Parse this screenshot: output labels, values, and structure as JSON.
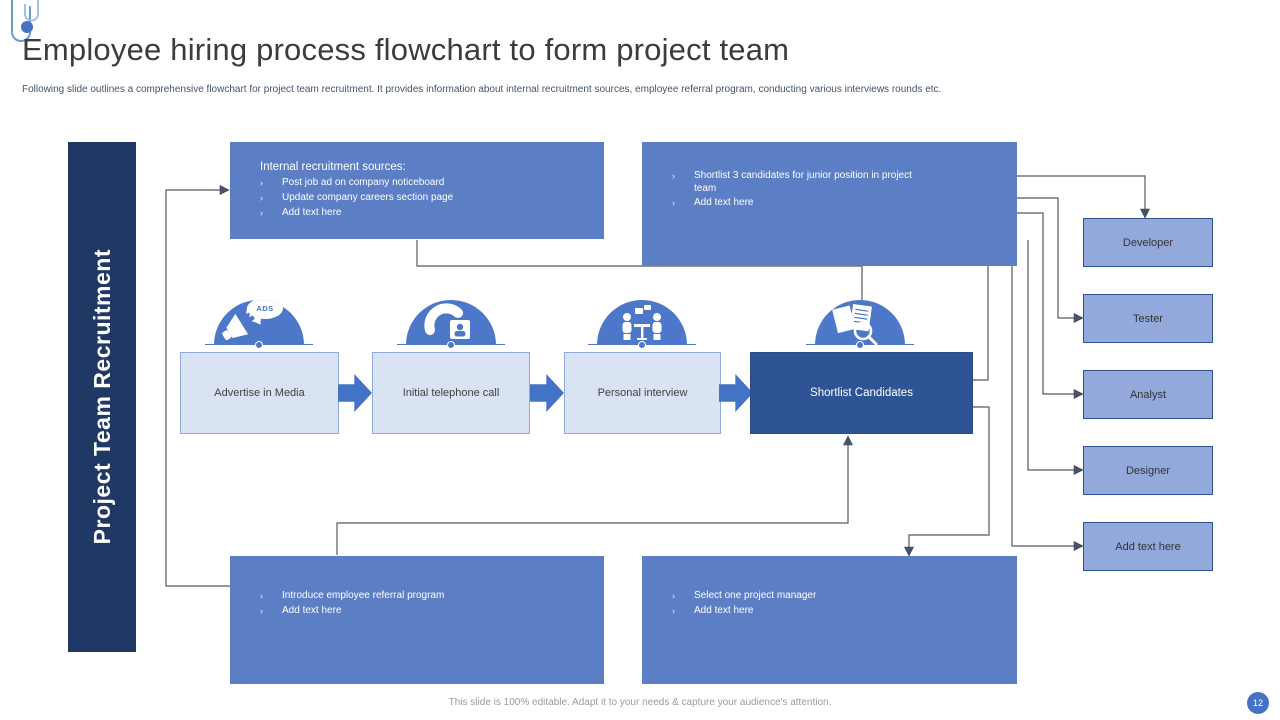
{
  "slide": {
    "title": "Employee hiring process flowchart to form project team",
    "subtitle": "Following slide outlines a comprehensive flowchart for project team recruitment. It provides information about internal recruitment sources, employee referral program, conducting various interviews rounds etc.",
    "footer": "This slide is 100% editable. Adapt it to your needs & capture your audience's attention.",
    "page_number": "12"
  },
  "bullet": "›",
  "sidebar": {
    "label": "Project Team Recruitment"
  },
  "callouts": {
    "top_left": {
      "heading": "Internal recruitment sources:",
      "items": [
        "Post job ad on company noticeboard",
        "Update company careers section page",
        "Add text here"
      ]
    },
    "top_right": {
      "items": [
        "Shortlist 3 candidates for junior position in project team",
        "Add text here"
      ]
    },
    "bottom_left": {
      "items": [
        "Introduce employee referral program",
        "Add text here"
      ]
    },
    "bottom_right": {
      "items": [
        "Select one project manager",
        "Add text here"
      ]
    }
  },
  "process": {
    "ads_badge": "ADS",
    "steps": [
      {
        "label": "Advertise in Media",
        "icon": "ads-megaphone-icon"
      },
      {
        "label": "Initial telephone call",
        "icon": "telephone-contact-icon"
      },
      {
        "label": "Personal interview",
        "icon": "interview-people-icon"
      },
      {
        "label": "Shortlist Candidates",
        "icon": "document-search-icon"
      }
    ]
  },
  "roles": [
    "Developer",
    "Tester",
    "Analyst",
    "Designer",
    "Add text here"
  ],
  "colors": {
    "accent": "#4472C4",
    "callout_blue": "#5B7EC5",
    "dark_step": "#2F5496",
    "navy_band": "#1F3864",
    "light_step_fill": "#DAE3F3",
    "light_step_border": "#8FAADC",
    "role_fill": "#93A9DC",
    "connector": "#58595B"
  }
}
